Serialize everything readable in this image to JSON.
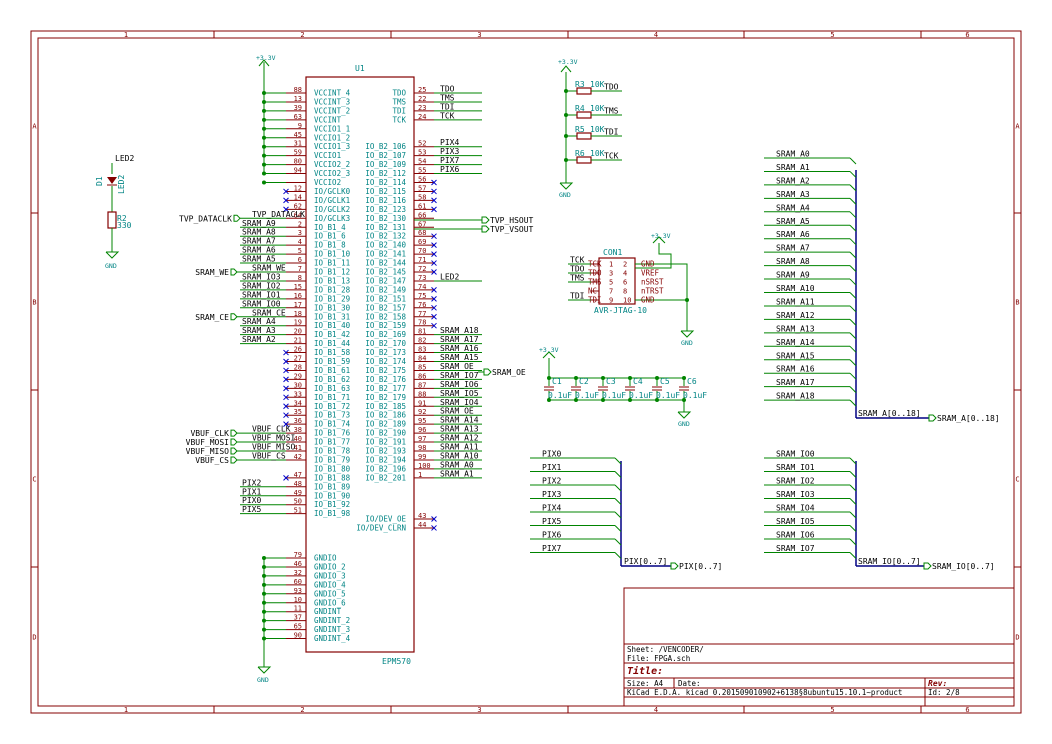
{
  "sheet": {
    "col_numbers": [
      "1",
      "2",
      "3",
      "4",
      "5",
      "6"
    ],
    "row_letters": [
      "A",
      "B",
      "C",
      "D"
    ]
  },
  "title_block": {
    "sheet": "Sheet: /VENCODER/",
    "file": "File: FPGA.sch",
    "title": "Title:",
    "size": "Size: A4",
    "date": "Date:",
    "rev": "Rev:",
    "tool": "KiCad E.D.A.  kicad 0.201509010902+6138§8ubuntu15.10.1~product",
    "id": "Id: 2/8"
  },
  "power": {
    "v33": "+3.3V",
    "gnd": "GND"
  },
  "u1": {
    "ref": "U1",
    "value": "EPM570",
    "left_pins": [
      {
        "num": "88",
        "name": "VCCINT_4",
        "kind": "pwr"
      },
      {
        "num": "13",
        "name": "VCCINT_3",
        "kind": "pwr"
      },
      {
        "num": "39",
        "name": "VCCINT_2",
        "kind": "pwr"
      },
      {
        "num": "63",
        "name": "VCCINT",
        "kind": "pwr"
      },
      {
        "num": "9",
        "name": "VCCIO1_1",
        "kind": "pwr"
      },
      {
        "num": "45",
        "name": "VCCIO1_2",
        "kind": "pwr"
      },
      {
        "num": "31",
        "name": "VCCIO1_3",
        "kind": "pwr"
      },
      {
        "num": "59",
        "name": "VCCIO1",
        "kind": "pwr"
      },
      {
        "num": "80",
        "name": "VCCIO2_2",
        "kind": "pwr"
      },
      {
        "num": "94",
        "name": "VCCIO2_3",
        "kind": "pwr"
      },
      {
        "num": "",
        "name": "VCCIO2",
        "kind": "pwr"
      },
      {
        "num": "12",
        "name": "IO/GCLK0",
        "kind": "nc"
      },
      {
        "num": "14",
        "name": "IO/GCLK1",
        "kind": "nc"
      },
      {
        "num": "62",
        "name": "IO/GCLK2",
        "kind": "nc"
      },
      {
        "num": "64",
        "name": "IO/GCLK3",
        "kind": "net",
        "net": "TVP_DATACLK"
      },
      {
        "num": "2",
        "name": "IO_B1_4",
        "kind": "net",
        "net": "SRAM_A9"
      },
      {
        "num": "3",
        "name": "IO_B1_6",
        "kind": "net",
        "net": "SRAM_A8"
      },
      {
        "num": "4",
        "name": "IO_B1_8",
        "kind": "net",
        "net": "SRAM_A7"
      },
      {
        "num": "5",
        "name": "IO_B1_10",
        "kind": "net",
        "net": "SRAM_A6"
      },
      {
        "num": "6",
        "name": "IO_B1_11",
        "kind": "net",
        "net": "SRAM_A5"
      },
      {
        "num": "7",
        "name": "IO_B1_12",
        "kind": "net",
        "net": "SRAM_WE"
      },
      {
        "num": "8",
        "name": "IO_B1_13",
        "kind": "net",
        "net": "SRAM_IO3"
      },
      {
        "num": "15",
        "name": "IO_B1_28",
        "kind": "net",
        "net": "SRAM_IO2"
      },
      {
        "num": "16",
        "name": "IO_B1_29",
        "kind": "net",
        "net": "SRAM_IO1"
      },
      {
        "num": "17",
        "name": "IO_B1_30",
        "kind": "net",
        "net": "SRAM_IO0"
      },
      {
        "num": "18",
        "name": "IO_B1_31",
        "kind": "net",
        "net": "SRAM_CE"
      },
      {
        "num": "19",
        "name": "IO_B1_40",
        "kind": "net",
        "net": "SRAM_A4"
      },
      {
        "num": "20",
        "name": "IO_B1_42",
        "kind": "net",
        "net": "SRAM_A3"
      },
      {
        "num": "21",
        "name": "IO_B1_44",
        "kind": "net",
        "net": "SRAM_A2"
      },
      {
        "num": "26",
        "name": "IO_B1_58",
        "kind": "nc"
      },
      {
        "num": "27",
        "name": "IO_B1_59",
        "kind": "nc"
      },
      {
        "num": "28",
        "name": "IO_B1_61",
        "kind": "nc"
      },
      {
        "num": "29",
        "name": "IO_B1_62",
        "kind": "nc"
      },
      {
        "num": "30",
        "name": "IO_B1_63",
        "kind": "nc"
      },
      {
        "num": "33",
        "name": "IO_B1_71",
        "kind": "nc"
      },
      {
        "num": "34",
        "name": "IO_B1_72",
        "kind": "nc"
      },
      {
        "num": "35",
        "name": "IO_B1_73",
        "kind": "nc"
      },
      {
        "num": "36",
        "name": "IO_B1_74",
        "kind": "nc"
      },
      {
        "num": "38",
        "name": "IO_B1_76",
        "kind": "net",
        "net": "VBUF_CLK"
      },
      {
        "num": "40",
        "name": "IO_B1_77",
        "kind": "net",
        "net": "VBUF_MOSI"
      },
      {
        "num": "41",
        "name": "IO_B1_78",
        "kind": "net",
        "net": "VBUF_MISO"
      },
      {
        "num": "42",
        "name": "IO_B1_79",
        "kind": "net",
        "net": "VBUF_CS"
      },
      {
        "num": "",
        "name": "IO_B1_80",
        "kind": "none"
      },
      {
        "num": "47",
        "name": "IO_B1_88",
        "kind": "nc"
      },
      {
        "num": "48",
        "name": "IO_B1_89",
        "kind": "net",
        "net": "PIX2"
      },
      {
        "num": "49",
        "name": "IO_B1_90",
        "kind": "net",
        "net": "PIX1"
      },
      {
        "num": "50",
        "name": "IO_B1_92",
        "kind": "net",
        "net": "PIX0"
      },
      {
        "num": "51",
        "name": "IO_B1_98",
        "kind": "net",
        "net": "PIX5"
      }
    ],
    "gnd_pins": [
      {
        "num": "79",
        "name": "GNDIO"
      },
      {
        "num": "46",
        "name": "GNDIO_2"
      },
      {
        "num": "32",
        "name": "GNDIO_3"
      },
      {
        "num": "60",
        "name": "GNDIO_4"
      },
      {
        "num": "93",
        "name": "GNDIO_5"
      },
      {
        "num": "10",
        "name": "GNDIO_6"
      },
      {
        "num": "11",
        "name": "GNDINT"
      },
      {
        "num": "37",
        "name": "GNDINT_2"
      },
      {
        "num": "65",
        "name": "GNDINT_3"
      },
      {
        "num": "90",
        "name": "GNDINT_4"
      }
    ],
    "right_pins": [
      {
        "num": "25",
        "name": "TDO",
        "kind": "net",
        "net": "TDO"
      },
      {
        "num": "22",
        "name": "TMS",
        "kind": "net",
        "net": "TMS"
      },
      {
        "num": "23",
        "name": "TDI",
        "kind": "net",
        "net": "TDI"
      },
      {
        "num": "24",
        "name": "TCK",
        "kind": "net",
        "net": "TCK"
      },
      {
        "num": "",
        "name": "",
        "kind": "gap"
      },
      {
        "num": "",
        "name": "",
        "kind": "gap"
      },
      {
        "num": "52",
        "name": "IO_B2_106",
        "kind": "net",
        "net": "PIX4"
      },
      {
        "num": "53",
        "name": "IO_B2_107",
        "kind": "net",
        "net": "PIX3"
      },
      {
        "num": "54",
        "name": "IO_B2_109",
        "kind": "net",
        "net": "PIX7"
      },
      {
        "num": "55",
        "name": "IO_B2_112",
        "kind": "net",
        "net": "PIX6"
      },
      {
        "num": "56",
        "name": "IO_B2_114",
        "kind": "nc"
      },
      {
        "num": "57",
        "name": "IO_B2_115",
        "kind": "nc"
      },
      {
        "num": "58",
        "name": "IO_B2_116",
        "kind": "nc"
      },
      {
        "num": "61",
        "name": "IO_B2_123",
        "kind": "nc"
      },
      {
        "num": "66",
        "name": "IO_B2_130",
        "kind": "net",
        "net": "TVP_HSOUT"
      },
      {
        "num": "67",
        "name": "IO_B2_131",
        "kind": "net",
        "net": "TVP_VSOUT"
      },
      {
        "num": "68",
        "name": "IO_B2_132",
        "kind": "nc"
      },
      {
        "num": "69",
        "name": "IO_B2_140",
        "kind": "nc"
      },
      {
        "num": "70",
        "name": "IO_B2_141",
        "kind": "nc"
      },
      {
        "num": "71",
        "name": "IO_B2_144",
        "kind": "nc"
      },
      {
        "num": "72",
        "name": "IO_B2_145",
        "kind": "nc"
      },
      {
        "num": "73",
        "name": "IO_B2_147",
        "kind": "net",
        "net": "LED2"
      },
      {
        "num": "74",
        "name": "IO_B2_149",
        "kind": "nc"
      },
      {
        "num": "75",
        "name": "IO_B2_151",
        "kind": "nc"
      },
      {
        "num": "76",
        "name": "IO_B2_157",
        "kind": "nc"
      },
      {
        "num": "77",
        "name": "IO_B2_158",
        "kind": "nc"
      },
      {
        "num": "78",
        "name": "IO_B2_159",
        "kind": "nc"
      },
      {
        "num": "81",
        "name": "IO_B2_169",
        "kind": "net",
        "net": "SRAM_A18"
      },
      {
        "num": "82",
        "name": "IO_B2_170",
        "kind": "net",
        "net": "SRAM_A17"
      },
      {
        "num": "83",
        "name": "IO_B2_173",
        "kind": "net",
        "net": "SRAM_A16"
      },
      {
        "num": "84",
        "name": "IO_B2_174",
        "kind": "net",
        "net": "SRAM_A15"
      },
      {
        "num": "85",
        "name": "IO_B2_175",
        "kind": "net",
        "net": "SRAM_OE"
      },
      {
        "num": "86",
        "name": "IO_B2_176",
        "kind": "net",
        "net": "SRAM_IO7"
      },
      {
        "num": "87",
        "name": "IO_B2_177",
        "kind": "net",
        "net": "SRAM_IO6"
      },
      {
        "num": "88",
        "name": "IO_B2_179",
        "kind": "net",
        "net": "SRAM_IO5"
      },
      {
        "num": "91",
        "name": "IO_B2_185",
        "kind": "net",
        "net": "SRAM_IO4"
      },
      {
        "num": "92",
        "name": "IO_B2_186",
        "kind": "net",
        "net": "SRAM_OE"
      },
      {
        "num": "95",
        "name": "IO_B2_189",
        "kind": "net",
        "net": "SRAM_A14"
      },
      {
        "num": "96",
        "name": "IO_B2_190",
        "kind": "net",
        "net": "SRAM_A13"
      },
      {
        "num": "97",
        "name": "IO_B2_191",
        "kind": "net",
        "net": "SRAM_A12"
      },
      {
        "num": "98",
        "name": "IO_B2_193",
        "kind": "net",
        "net": "SRAM_A11"
      },
      {
        "num": "99",
        "name": "IO_B2_194",
        "kind": "net",
        "net": "SRAM_A10"
      },
      {
        "num": "100",
        "name": "IO_B2_196",
        "kind": "net",
        "net": "SRAM_A0"
      },
      {
        "num": "1",
        "name": "IO_B2_201",
        "kind": "net",
        "net": "SRAM_A1"
      }
    ],
    "right_extra": [
      {
        "num": "43",
        "name": "IO/DEV_OE"
      },
      {
        "num": "44",
        "name": "IO/DEV_CLRN"
      }
    ]
  },
  "hier_labels": {
    "tvp_dataclk": "TVP_DATACLK",
    "sram_we": "SRAM_WE",
    "sram_ce": "SRAM_CE",
    "vbuf_clk": "VBUF_CLK",
    "vbuf_mosi": "VBUF_MOSI",
    "vbuf_miso": "VBUF_MISO",
    "vbuf_cs": "VBUF_CS",
    "tvp_hsout": "TVP_HSOUT",
    "tvp_vsout": "TVP_VSOUT",
    "sram_oe": "SRAM_OE",
    "sram_a_bus": "SRAM_A[0..18]",
    "sram_io_bus": "SRAM_IO[0..7]",
    "pix_bus": "PIX[0..7]"
  },
  "led": {
    "net": "LED2",
    "d_ref": "D1",
    "d_val": "LED2",
    "r_ref": "R2",
    "r_val": "330"
  },
  "jtag_resistors": [
    {
      "ref": "R3",
      "val": "10K",
      "net": "TDO"
    },
    {
      "ref": "R4",
      "val": "10K",
      "net": "TMS"
    },
    {
      "ref": "R5",
      "val": "10K",
      "net": "TDI"
    },
    {
      "ref": "R6",
      "val": "10K",
      "net": "TCK"
    }
  ],
  "con1": {
    "ref": "CON1",
    "value": "AVR-JTAG-10",
    "rows": [
      {
        "lnet": "TCK",
        "lname": "TCK",
        "lnum": "1",
        "rnum": "2",
        "rname": "GND"
      },
      {
        "lnet": "TDO",
        "lname": "TDO",
        "lnum": "3",
        "rnum": "4",
        "rname": "VREF"
      },
      {
        "lnet": "TMS",
        "lname": "TMS",
        "lnum": "5",
        "rnum": "6",
        "rname": "nSRST"
      },
      {
        "lnet": "",
        "lname": "NC",
        "lnum": "7",
        "rnum": "8",
        "rname": "nTRST"
      },
      {
        "lnet": "TDI",
        "lname": "TDI",
        "lnum": "9",
        "rnum": "10",
        "rname": "GND"
      }
    ]
  },
  "caps": [
    {
      "ref": "C1",
      "val": "0.1uF"
    },
    {
      "ref": "C2",
      "val": "0.1uF"
    },
    {
      "ref": "C3",
      "val": "0.1uF"
    },
    {
      "ref": "C4",
      "val": "0.1uF"
    },
    {
      "ref": "C5",
      "val": "0.1uF"
    },
    {
      "ref": "C6",
      "val": "0.1uF"
    }
  ],
  "sram_a_nets": [
    "SRAM_A0",
    "SRAM_A1",
    "SRAM_A2",
    "SRAM_A3",
    "SRAM_A4",
    "SRAM_A5",
    "SRAM_A6",
    "SRAM_A7",
    "SRAM_A8",
    "SRAM_A9",
    "SRAM_A10",
    "SRAM_A11",
    "SRAM_A12",
    "SRAM_A13",
    "SRAM_A14",
    "SRAM_A15",
    "SRAM_A16",
    "SRAM_A17",
    "SRAM_A18"
  ],
  "sram_io_nets": [
    "SRAM_IO0",
    "SRAM_IO1",
    "SRAM_IO2",
    "SRAM_IO3",
    "SRAM_IO4",
    "SRAM_IO5",
    "SRAM_IO6",
    "SRAM_IO7"
  ],
  "pix_nets": [
    "PIX0",
    "PIX1",
    "PIX2",
    "PIX3",
    "PIX4",
    "PIX5",
    "PIX6",
    "PIX7"
  ]
}
